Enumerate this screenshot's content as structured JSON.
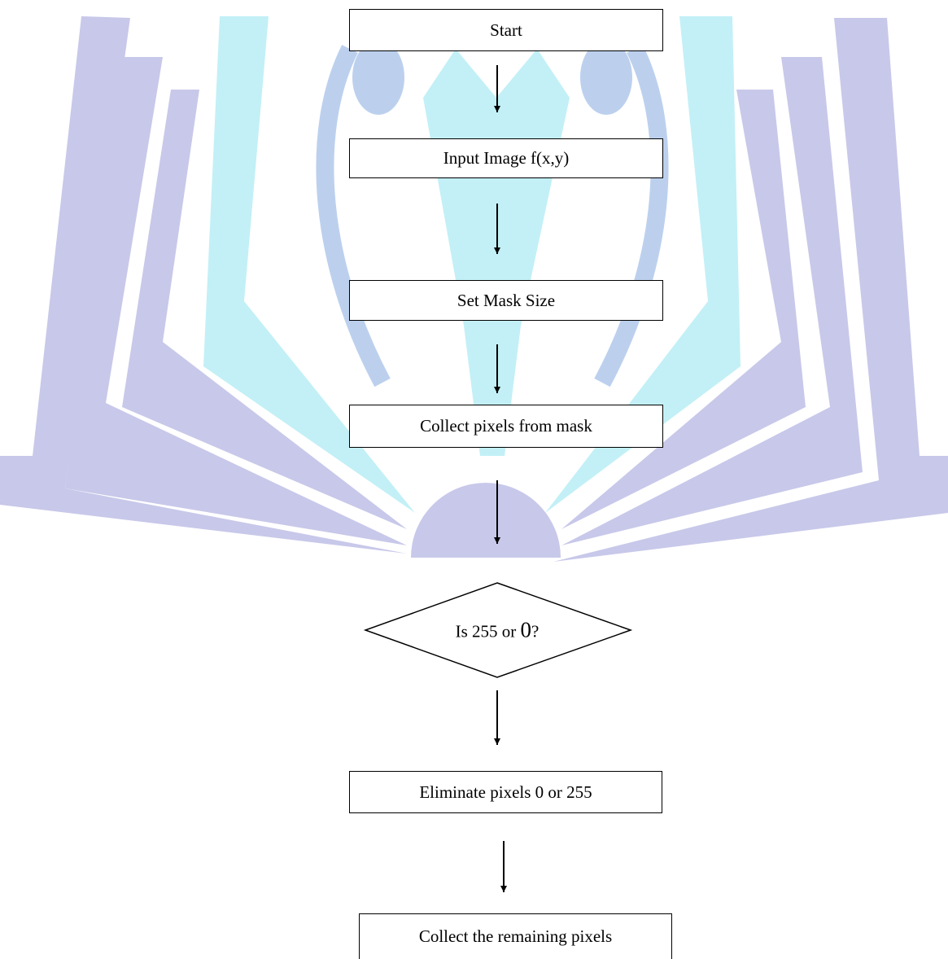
{
  "watermark": {
    "purple": "#c8c8ea",
    "cyan": "#c2f0f6",
    "blue": "#bcd0ee"
  },
  "flowchart": {
    "nodes": [
      {
        "id": "start",
        "shape": "process",
        "label": "Start"
      },
      {
        "id": "input",
        "shape": "process",
        "label": "Input Image f(x,y)"
      },
      {
        "id": "mask",
        "shape": "process",
        "label": "Set Mask Size"
      },
      {
        "id": "collect",
        "shape": "process",
        "label": "Collect pixels from mask"
      },
      {
        "id": "decision",
        "shape": "decision",
        "label_prefix": "Is 255 or ",
        "label_large": "0",
        "label_suffix": "?"
      },
      {
        "id": "eliminate",
        "shape": "process",
        "label": "Eliminate pixels 0 or 255"
      },
      {
        "id": "remaining",
        "shape": "process",
        "label": "Collect the remaining pixels"
      }
    ],
    "edges": [
      {
        "from": "start",
        "to": "input"
      },
      {
        "from": "input",
        "to": "mask"
      },
      {
        "from": "mask",
        "to": "collect"
      },
      {
        "from": "collect",
        "to": "decision"
      },
      {
        "from": "decision",
        "to": "eliminate"
      },
      {
        "from": "eliminate",
        "to": "remaining"
      }
    ]
  }
}
